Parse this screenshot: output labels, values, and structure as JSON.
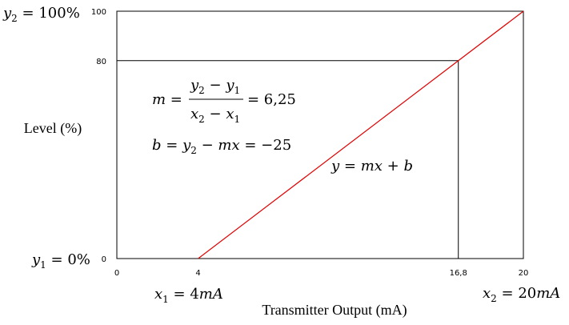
{
  "chart_data": {
    "type": "line",
    "xlabel": "Transmitter Output (mA)",
    "ylabel": "Level (%)",
    "xlim": [
      0,
      20
    ],
    "ylim": [
      0,
      100
    ],
    "x_ticks": [
      "0",
      "4",
      "16,8",
      "20"
    ],
    "y_ticks": [
      "0",
      "80",
      "100"
    ],
    "grid": false,
    "series": [
      {
        "x": [
          4,
          20
        ],
        "y": [
          0,
          100
        ],
        "color": "#e00000"
      }
    ],
    "guide_lines": [
      {
        "x": [
          0,
          16.8,
          16.8
        ],
        "y": [
          80,
          80,
          0
        ],
        "color": "#000000"
      }
    ],
    "annotations": {
      "y2_label": "y2 = 100%",
      "y1_label": "y1 = 0%",
      "x1_label": "x1 = 4mA",
      "x2_label": "x2 = 20mA",
      "slope_eq": "m = (y2 − y1)/(x2 − x1) = 6,25",
      "intercept_eq": "b = y2 − mx = −25",
      "line_eq": "y = mx + b"
    }
  }
}
